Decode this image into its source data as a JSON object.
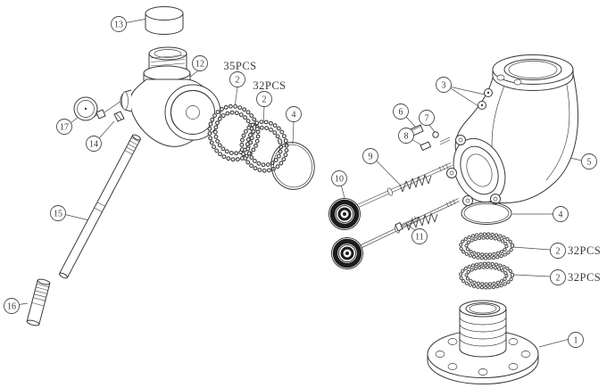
{
  "diagram": {
    "kind": "exploded-parts-assembly-drawing",
    "background_color": "#ffffff",
    "line_color": "#3a3a3a",
    "accent_dark_color": "#1c1c1c",
    "callouts": [
      {
        "label": "13"
      },
      {
        "label": "12"
      },
      {
        "label": "2"
      },
      {
        "label": "2"
      },
      {
        "label": "4"
      },
      {
        "label": "17"
      },
      {
        "label": "14"
      },
      {
        "label": "15"
      },
      {
        "label": "16"
      },
      {
        "label": "3"
      },
      {
        "label": "6"
      },
      {
        "label": "7"
      },
      {
        "label": "8"
      },
      {
        "label": "9"
      },
      {
        "label": "10"
      },
      {
        "label": "11"
      },
      {
        "label": "5"
      },
      {
        "label": "4"
      },
      {
        "label": "2"
      },
      {
        "label": "2"
      },
      {
        "label": "1"
      }
    ],
    "annotations": [
      {
        "text": "35PCS"
      },
      {
        "text": "32PCS"
      },
      {
        "text": "32PCS"
      },
      {
        "text": "32PCS"
      }
    ]
  }
}
